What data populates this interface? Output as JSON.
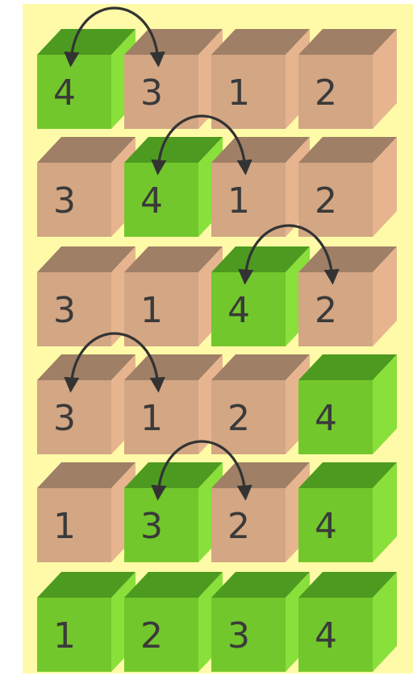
{
  "colors": {
    "background": "#fffaa8",
    "tan_front": "#d3a684",
    "tan_top": "#9f7f66",
    "tan_side": "#e6b58f",
    "green_front": "#72c72c",
    "green_top": "#4d9a20",
    "green_side": "#89e03a",
    "digit": "#3a3a3a",
    "arrow": "#333333"
  },
  "rows": [
    {
      "boxes": [
        {
          "label": "4",
          "color": "green"
        },
        {
          "label": "3",
          "color": "tan"
        },
        {
          "label": "1",
          "color": "tan"
        },
        {
          "label": "2",
          "color": "tan"
        }
      ],
      "swap": [
        0,
        1
      ]
    },
    {
      "boxes": [
        {
          "label": "3",
          "color": "tan"
        },
        {
          "label": "4",
          "color": "green"
        },
        {
          "label": "1",
          "color": "tan"
        },
        {
          "label": "2",
          "color": "tan"
        }
      ],
      "swap": [
        1,
        2
      ]
    },
    {
      "boxes": [
        {
          "label": "3",
          "color": "tan"
        },
        {
          "label": "1",
          "color": "tan"
        },
        {
          "label": "4",
          "color": "green"
        },
        {
          "label": "2",
          "color": "tan"
        }
      ],
      "swap": [
        2,
        3
      ]
    },
    {
      "boxes": [
        {
          "label": "3",
          "color": "tan"
        },
        {
          "label": "1",
          "color": "tan"
        },
        {
          "label": "2",
          "color": "tan"
        },
        {
          "label": "4",
          "color": "green"
        }
      ],
      "swap": [
        0,
        1
      ]
    },
    {
      "boxes": [
        {
          "label": "1",
          "color": "tan"
        },
        {
          "label": "3",
          "color": "green"
        },
        {
          "label": "2",
          "color": "tan"
        },
        {
          "label": "4",
          "color": "green"
        }
      ],
      "swap": [
        1,
        2
      ]
    },
    {
      "boxes": [
        {
          "label": "1",
          "color": "green"
        },
        {
          "label": "2",
          "color": "green"
        },
        {
          "label": "3",
          "color": "green"
        },
        {
          "label": "4",
          "color": "green"
        }
      ],
      "swap": null
    }
  ]
}
